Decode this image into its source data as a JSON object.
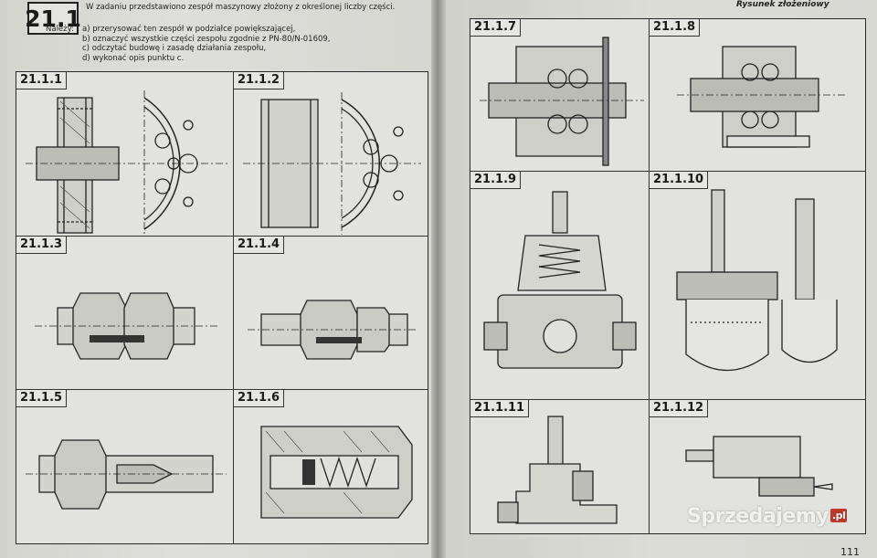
{
  "left_page": {
    "exercise_number": "21.1",
    "intro": "W zadaniu przedstawiono zespół maszynowy złożony z określonej liczby części.",
    "tasks_lead": "Należy:",
    "tasks": [
      "a) przerysować ten zespół w podziałce powiększającej,",
      "b) oznaczyć wszystkie części zespołu zgodnie z PN-80/N-01609,",
      "c) odczytać budowę i zasadę działania zespołu,",
      "d) wykonać opis punktu c."
    ],
    "figures": [
      "21.1.1",
      "21.1.2",
      "21.1.3",
      "21.1.4",
      "21.1.5",
      "21.1.6"
    ]
  },
  "right_page": {
    "header": "Rysunek złożeniowy",
    "figures": [
      "21.1.7",
      "21.1.8",
      "21.1.9",
      "21.1.10",
      "21.1.11",
      "21.1.12"
    ],
    "page_number": "111"
  },
  "watermark": {
    "text": "Sprzedajemy",
    "suffix": ".pl"
  }
}
